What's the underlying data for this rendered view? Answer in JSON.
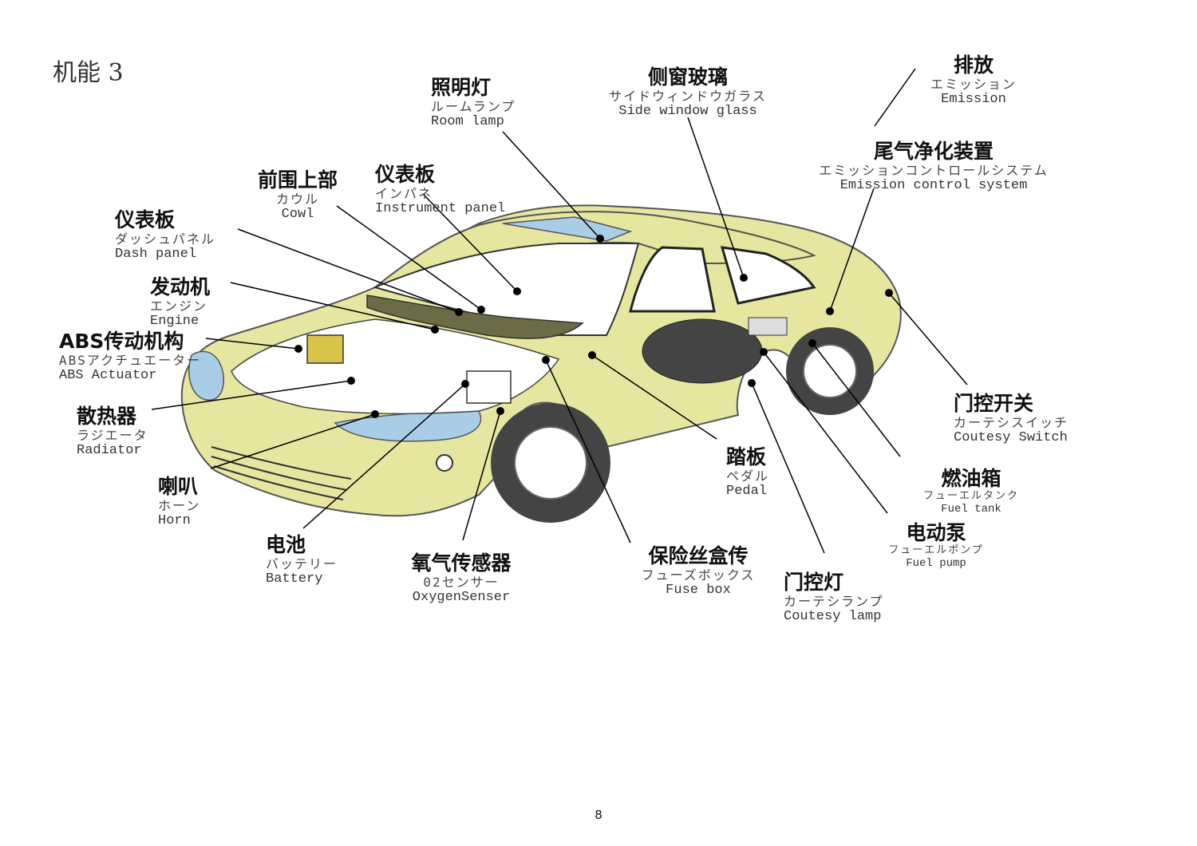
{
  "page": {
    "title": "机能 3",
    "number": "8"
  },
  "colors": {
    "body": "#e6e6a0",
    "glass": "#a9cde6",
    "dash": "#6b6b45",
    "line": "#000000"
  },
  "labels": {
    "room_lamp": {
      "zh": "照明灯",
      "ja": "ルームランプ",
      "en": "Room lamp"
    },
    "side_window": {
      "zh": "侧窗玻璃",
      "ja": "サイドウィンドウガラス",
      "en": "Side window glass"
    },
    "emission": {
      "zh": "排放",
      "ja": "エミッション",
      "en": "Emission"
    },
    "emission_control": {
      "zh": "尾气净化装置",
      "ja": "エミッションコントロールシステム",
      "en": "Emission control system"
    },
    "instrument_panel": {
      "zh": "仪表板",
      "ja": "インパネ",
      "en": "Instrument panel"
    },
    "cowl": {
      "zh": "前围上部",
      "ja": "カウル",
      "en": "Cowl"
    },
    "dash_panel": {
      "zh": "仪表板",
      "ja": "ダッシュパネル",
      "en": "Dash panel"
    },
    "engine": {
      "zh": "发动机",
      "ja": "エンジン",
      "en": "Engine"
    },
    "abs": {
      "zh": "ABS传动机构",
      "ja": "ABSアクチュエーター",
      "en": "ABS Actuator"
    },
    "radiator": {
      "zh": "散热器",
      "ja": "ラジエータ",
      "en": "Radiator"
    },
    "horn": {
      "zh": "喇叭",
      "ja": "ホーン",
      "en": "Horn"
    },
    "battery": {
      "zh": "电池",
      "ja": "バッテリー",
      "en": "Battery"
    },
    "oxygen": {
      "zh": "氧气传感器",
      "ja": "02センサー",
      "en": "OxygenSenser"
    },
    "fuse_box": {
      "zh": "保险丝盒传",
      "ja": "フューズボックス",
      "en": "Fuse box"
    },
    "pedal": {
      "zh": "踏板",
      "ja": "ペダル",
      "en": "Pedal"
    },
    "courtesy_lamp": {
      "zh": "门控灯",
      "ja": "カーテシランプ",
      "en": "Coutesy lamp"
    },
    "fuel_pump": {
      "zh": "电动泵",
      "ja": "フューエルポンプ",
      "en": "Fuel pump"
    },
    "fuel_tank": {
      "zh": "燃油箱",
      "ja": "フューエルタンク",
      "en": "Fuel tank"
    },
    "courtesy_switch": {
      "zh": "门控开关",
      "ja": "カーテシスイッチ",
      "en": "Coutesy Switch"
    }
  }
}
